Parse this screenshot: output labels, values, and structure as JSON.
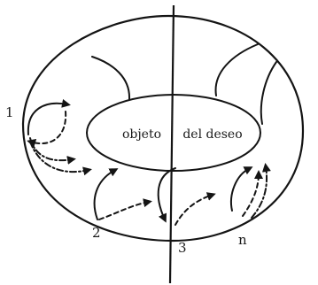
{
  "diagram": {
    "hole_label_left": "objeto",
    "hole_label_right": "del deseo",
    "markers": {
      "m1": "1",
      "m2": "2",
      "m3": "3",
      "mn": "n"
    }
  },
  "colors": {
    "ink": "#141414",
    "background": "#ffffff"
  }
}
